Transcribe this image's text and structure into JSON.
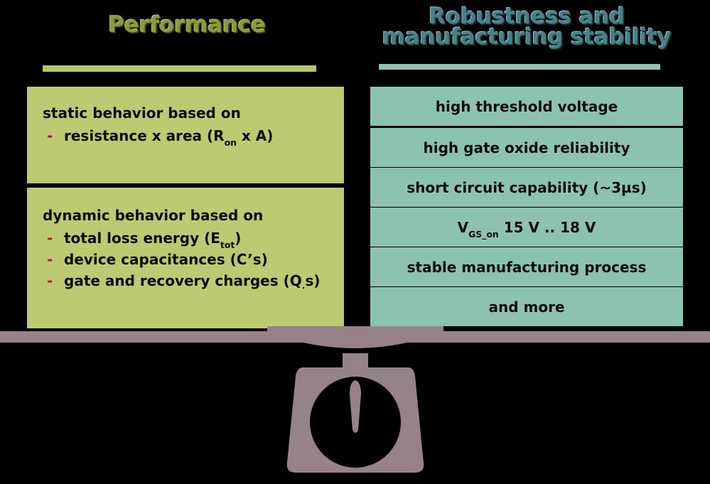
{
  "slide": {
    "background_color": "#000000",
    "left_accent_color": "#bcca72",
    "right_accent_color": "#8cc2b2",
    "bullet_dash_color": "#b8123c",
    "scale_color": "#968289"
  },
  "left": {
    "title": "Performance",
    "box1": {
      "lead": "static behavior based on",
      "bullets": [
        {
          "dash": "-",
          "pre": "resistance x area (R",
          "sub": "on",
          "post": " x A)"
        }
      ]
    },
    "box2": {
      "lead": "dynamic behavior based on",
      "bullets": [
        {
          "dash": "-",
          "pre": "total loss energy (E",
          "sub": "tot",
          "post": ")"
        },
        {
          "dash": "-",
          "pre": "device capacitances (C’s)",
          "sub": "",
          "post": ""
        },
        {
          "dash": "-",
          "pre": "gate and recovery charges (Q",
          "sub": "·",
          "post": "s)"
        }
      ]
    }
  },
  "right": {
    "title_line1": "Robustness and",
    "title_line2": "manufacturing stability",
    "rows": [
      {
        "pre": "high threshold voltage",
        "sub": "",
        "post": ""
      },
      {
        "pre": "high gate oxide reliability",
        "sub": "",
        "post": ""
      },
      {
        "pre": "short circuit capability (~3µs)",
        "sub": "",
        "post": ""
      },
      {
        "pre": "V",
        "sub": "GS_on",
        "post": " 15 V .. 18 V"
      },
      {
        "pre": "stable manufacturing process",
        "sub": "",
        "post": ""
      },
      {
        "pre": "and more",
        "sub": "",
        "post": ""
      }
    ]
  },
  "illustration": {
    "name": "balance-scale",
    "description": "kitchen balance scale silhouette"
  }
}
